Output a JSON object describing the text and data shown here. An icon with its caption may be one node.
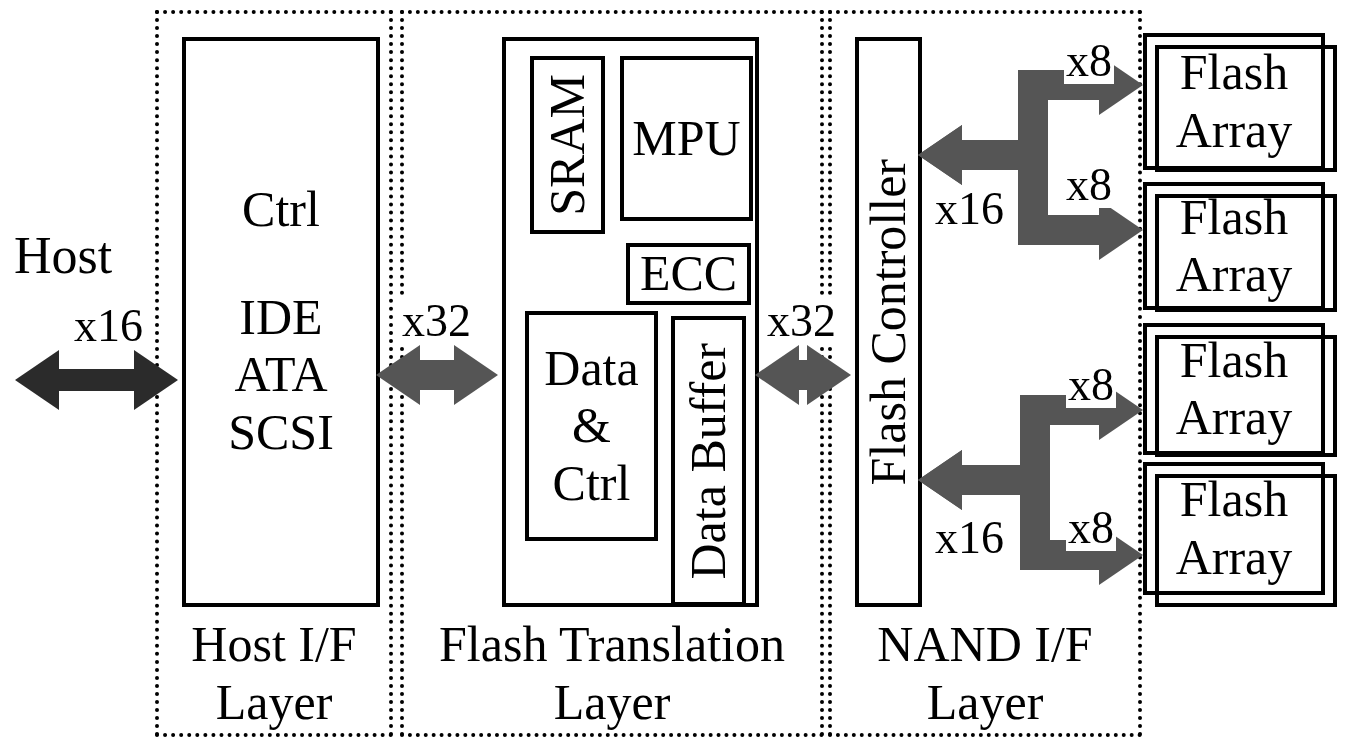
{
  "diagram": {
    "nodes": [
      {
        "text": [
          "Host I/F Layer"
        ]
      },
      {
        "text": [
          "Ctrl",
          "IDE ATA SCSI"
        ],
        "in": 0
      },
      {
        "text": [
          "Flash Translation Layer"
        ]
      },
      {
        "text": [],
        "shape": "box",
        "in": 2
      },
      {
        "text": [
          "SRAM"
        ],
        "in": 3
      },
      {
        "text": [
          "MPU"
        ],
        "in": 3
      },
      {
        "text": [
          "ECC"
        ],
        "in": 3
      },
      {
        "text": [
          "Data & Ctrl"
        ],
        "in": 3
      },
      {
        "text": [
          "Data Buffer"
        ],
        "in": 3
      },
      {
        "text": [
          "NAND I/F Layer"
        ]
      },
      {
        "text": [
          "Flash Controller"
        ],
        "in": 9
      },
      {
        "text": [
          "Flash Array"
        ]
      },
      {
        "text": [
          "Flash Array"
        ]
      },
      {
        "text": [
          "Flash Array"
        ]
      },
      {
        "text": [
          "Flash Array"
        ]
      }
    ],
    "edges": [
      {
        "from": null,
        "to": 1,
        "arrow": "both",
        "label": "x16",
        "color": "#2b2b2b"
      },
      {
        "from": 1,
        "to": 3,
        "arrow": "both",
        "label": "x32"
      },
      {
        "from": 3,
        "to": 10,
        "arrow": "both",
        "label": "x32"
      },
      {
        "from": 10,
        "to": 11,
        "arrow": "both",
        "label": "x8"
      },
      {
        "from": 10,
        "to": 12,
        "arrow": "both",
        "label": "x8"
      },
      {
        "from": 10,
        "to": 13,
        "arrow": "both",
        "label": "x8"
      },
      {
        "from": 10,
        "to": 14,
        "arrow": "both",
        "label": "x8"
      }
    ],
    "labels": [
      "Host",
      "x16",
      "x16"
    ]
  }
}
